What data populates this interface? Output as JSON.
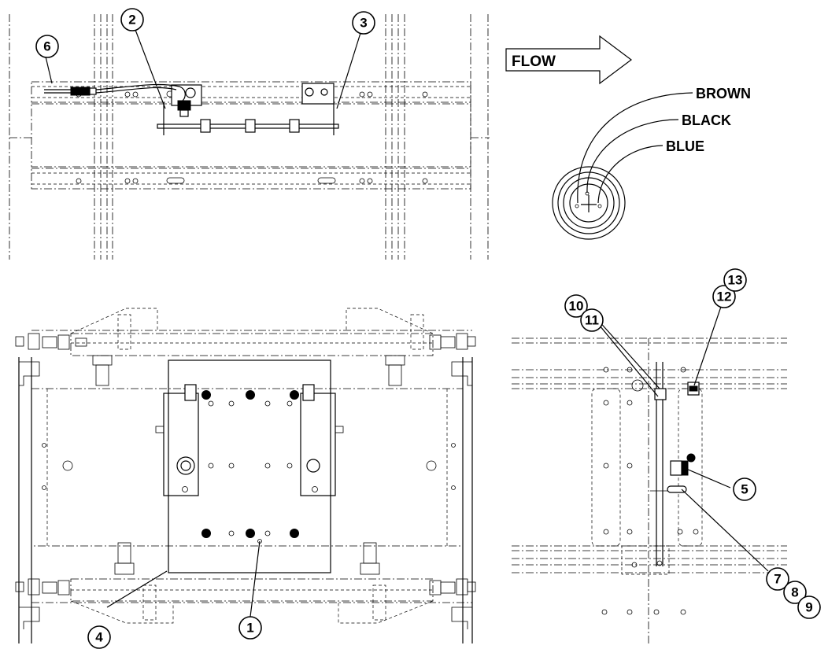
{
  "flow_arrow": {
    "label": "FLOW"
  },
  "connector": {
    "wires": [
      {
        "label": "BROWN"
      },
      {
        "label": "BLACK"
      },
      {
        "label": "BLUE"
      }
    ]
  },
  "callouts": {
    "c1": "1",
    "c2": "2",
    "c3": "3",
    "c4": "4",
    "c5": "5",
    "c6": "6",
    "c7": "7",
    "c8": "8",
    "c9": "9",
    "c10": "10",
    "c11": "11",
    "c12": "12",
    "c13": "13"
  }
}
